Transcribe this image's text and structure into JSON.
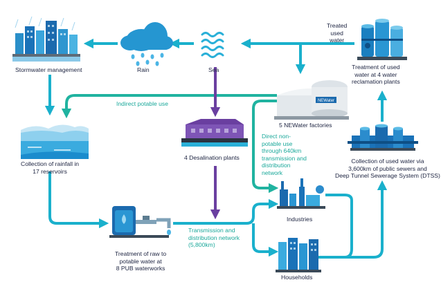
{
  "nodes": {
    "stormwater": {
      "label": "Stormwater management"
    },
    "rain": {
      "label": "Rain"
    },
    "sea": {
      "label": "Sea"
    },
    "treated_used": {
      "lines": [
        "Treated",
        "used",
        "water"
      ]
    },
    "reclamation": {
      "lines": [
        "Treatment of used",
        "water at 4 water",
        "reclamation plants"
      ]
    },
    "reservoirs": {
      "lines": [
        "Collection of rainfall in",
        "17 reservoirs"
      ]
    },
    "desalination": {
      "label": "4 Desalination plants"
    },
    "newater": {
      "label": "5 NEWater factories",
      "tank_text": "NEWater"
    },
    "direct_use": {
      "lines": [
        "Direct non-",
        "potable use",
        "through 640km",
        "transmission and",
        "distribution",
        "network"
      ]
    },
    "dtss": {
      "lines": [
        "Collection of used water via",
        "3,600km of public sewers and",
        "Deep Tunnel Sewerage System (DTSS)"
      ]
    },
    "industries": {
      "label": "Industries"
    },
    "transmission": {
      "lines": [
        "Transmission and",
        "distribution network",
        "(5,800km)"
      ]
    },
    "treatment_raw": {
      "lines": [
        "Treatment of raw to",
        "potable water at",
        "8 PUB waterworks"
      ]
    },
    "households": {
      "label": "Households"
    }
  },
  "flows": {
    "indirect_potable": {
      "label": "Indirect potable use"
    }
  },
  "colors": {
    "flow": "#1ab0cc",
    "desal_flow": "#6a3fa0",
    "label_text": "#1c2340",
    "flow_label": "#1aa89a"
  }
}
